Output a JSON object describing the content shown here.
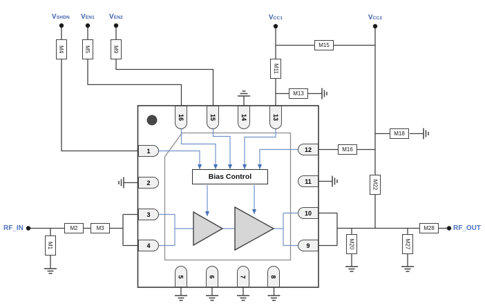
{
  "ports": {
    "vshdn": {
      "main": "V",
      "sub": "SHDN"
    },
    "ven1": {
      "main": "V",
      "sub": "EN1"
    },
    "ven2": {
      "main": "V",
      "sub": "EN2"
    },
    "vcc1": {
      "main": "V",
      "sub": "CC1"
    },
    "vcc2": {
      "main": "V",
      "sub": "CC2"
    },
    "rf_in": "RF_IN",
    "rf_out": "RF_OUT"
  },
  "ic": {
    "bias_block_label": "Bias Control",
    "pins": {
      "p1": "1",
      "p2": "2",
      "p3": "3",
      "p4": "4",
      "p5": "5",
      "p6": "6",
      "p7": "7",
      "p8": "8",
      "p9": "9",
      "p10": "10",
      "p11": "11",
      "p12": "12",
      "p13": "13",
      "p14": "14",
      "p15": "15",
      "p16": "16"
    }
  },
  "components": {
    "m1": "M1",
    "m2": "M2",
    "m3": "M3",
    "m4": "M4",
    "m5": "M5",
    "m9": "M9",
    "m11": "M11",
    "m13": "M13",
    "m15": "M15",
    "m16": "M16",
    "m18": "M18",
    "m20": "M20",
    "m22": "M22",
    "m27": "M27",
    "m28": "M28"
  },
  "colors": {
    "port_label_blue": "#3e60aa",
    "signal_line_blue": "#7291c7",
    "wire_gray": "#3f3f3f",
    "pin_fill": "#f1f1f1",
    "amplifier_fill": "#d6d6d6"
  }
}
